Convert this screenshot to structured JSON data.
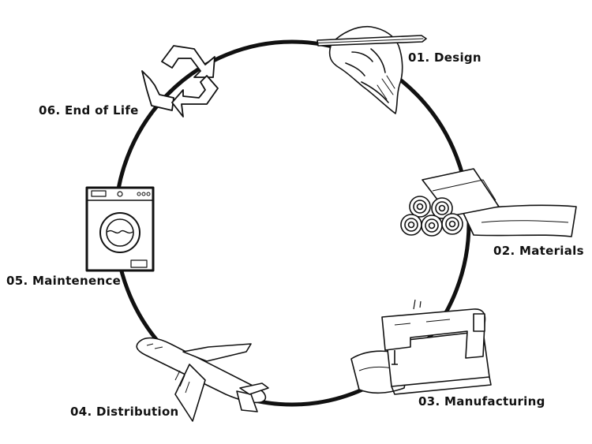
{
  "stages": [
    {
      "key": "design",
      "label": "01. Design",
      "icon": "hand-pencil-icon"
    },
    {
      "key": "materials",
      "label": "02. Materials",
      "icon": "fabric-rolls-icon"
    },
    {
      "key": "manufacturing",
      "label": "03. Manufacturing",
      "icon": "sewing-machine-icon"
    },
    {
      "key": "distribution",
      "label": "04. Distribution",
      "icon": "airplane-icon"
    },
    {
      "key": "maintenance",
      "label": "05. Maintenence",
      "icon": "washing-machine-icon"
    },
    {
      "key": "end_of_life",
      "label": "06. End of Life",
      "icon": "recycle-icon"
    }
  ],
  "colors": {
    "ink": "#111111",
    "background": "#ffffff"
  }
}
